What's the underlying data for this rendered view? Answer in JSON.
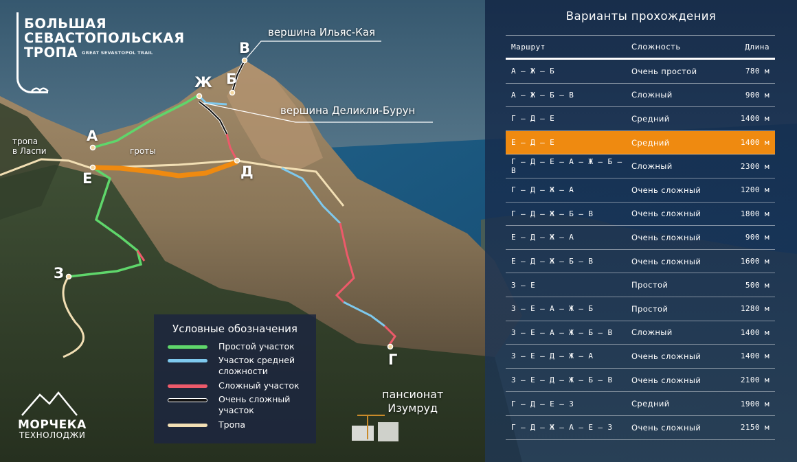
{
  "logo": {
    "line1": "БОЛЬШАЯ",
    "line2": "СЕВАСТОПОЛЬСКАЯ",
    "line3": "ТРОПА",
    "english": "GREAT SEVASTOPOL TRAIL"
  },
  "points": {
    "A": "А",
    "B": "Б",
    "V": "В",
    "G": "Г",
    "D": "Д",
    "E": "Е",
    "Zh": "Ж",
    "Z": "З"
  },
  "labels": {
    "peak_ilyas": "вершина Ильяс-Кая",
    "peak_dekli": "вершина Деликли-Бурун",
    "trail_laspi_1": "тропа",
    "trail_laspi_2": "в Ласпи",
    "grottos": "гроты",
    "pension_1": "пансионат",
    "pension_2": "Изумруд"
  },
  "legend": {
    "title": "Условные обозначения",
    "items": [
      {
        "label": "Простой участок",
        "color": "#5fd66b"
      },
      {
        "label": "Участок средней сложности",
        "color": "#7ec9ee"
      },
      {
        "label": "Сложный участок",
        "color": "#ec5a6a"
      },
      {
        "label": "Очень сложный участок",
        "color": "#111111"
      },
      {
        "label": "Тропа",
        "color": "#f2dfb4"
      }
    ]
  },
  "brand": {
    "name": "МОРЧЕКА",
    "sub": "ТЕХНОЛОДЖИ"
  },
  "table": {
    "title": "Варианты прохождения",
    "headers": {
      "route": "Маршрут",
      "difficulty": "Сложность",
      "length": "Длина"
    },
    "highlight_color": "#ef8a10",
    "rows": [
      {
        "route": "А — Ж — Б",
        "difficulty": "Очень простой",
        "length": "780 м"
      },
      {
        "route": "А — Ж — Б — В",
        "difficulty": "Сложный",
        "length": "900 м"
      },
      {
        "route": "Г — Д — Е",
        "difficulty": "Средний",
        "length": "1400 м"
      },
      {
        "route": "Е — Д — Е",
        "difficulty": "Средний",
        "length": "1400 м",
        "highlight": true
      },
      {
        "route": "Г — Д — Е — А — Ж — Б — В",
        "difficulty": "Сложный",
        "length": "2300 м"
      },
      {
        "route": "Г — Д — Ж — А",
        "difficulty": "Очень сложный",
        "length": "1200 м"
      },
      {
        "route": "Г — Д — Ж — Б — В",
        "difficulty": "Очень сложный",
        "length": "1800 м"
      },
      {
        "route": "Е — Д — Ж — А",
        "difficulty": "Очень сложный",
        "length": "900 м"
      },
      {
        "route": "Е — Д — Ж — Б — В",
        "difficulty": "Очень сложный",
        "length": "1600 м"
      },
      {
        "route": "З — Е",
        "difficulty": "Простой",
        "length": "500 м"
      },
      {
        "route": "З — Е — А — Ж — Б",
        "difficulty": "Простой",
        "length": "1280 м"
      },
      {
        "route": "З — Е — А — Ж — Б — В",
        "difficulty": "Сложный",
        "length": "1400 м"
      },
      {
        "route": "З — Е — Д — Ж — А",
        "difficulty": "Очень сложный",
        "length": "1400 м"
      },
      {
        "route": "З — Е — Д — Ж — Б — В",
        "difficulty": "Очень сложный",
        "length": "2100 м"
      },
      {
        "route": "Г — Д — Е — З",
        "difficulty": "Средний",
        "length": "1900 м"
      },
      {
        "route": "Г — Д — Ж — А — Е — З",
        "difficulty": "Очень сложный",
        "length": "2150 м"
      }
    ]
  }
}
